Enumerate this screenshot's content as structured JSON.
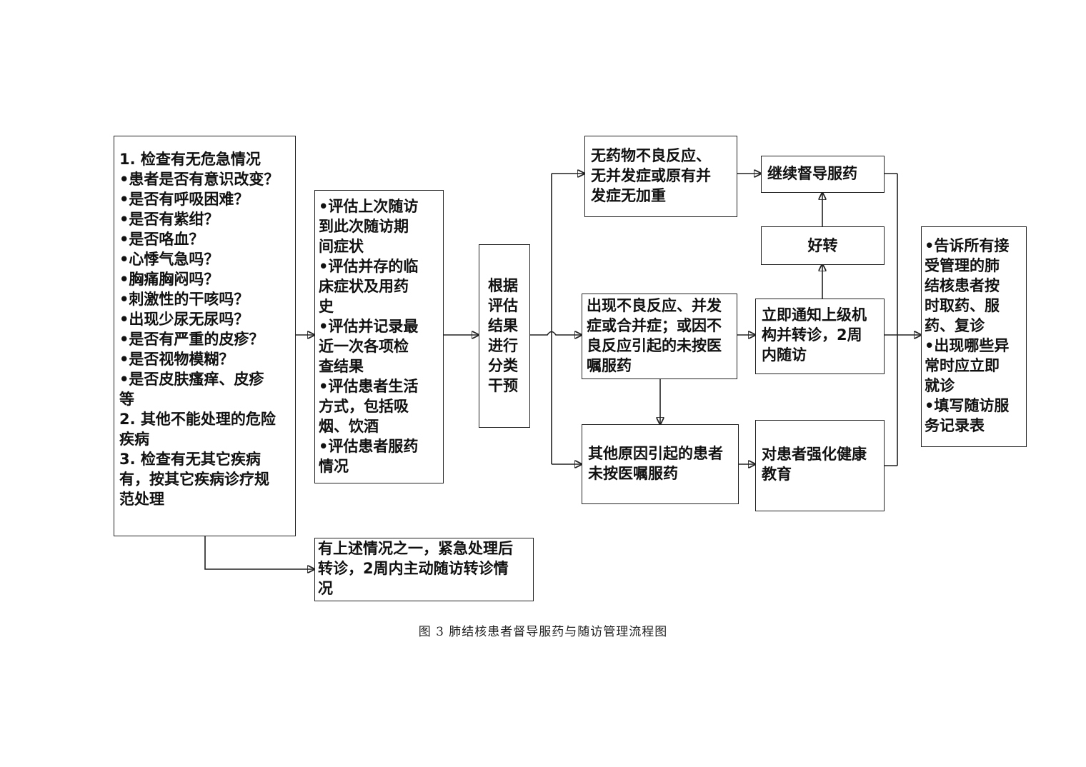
{
  "boxes": {
    "danger_check": {
      "lines": [
        "1. 检查有无危急情况",
        "•患者是否有意识改变？",
        "•是否有呼吸困难？",
        "•是否有紫绀？",
        "•是否咯血？",
        "•心悸气急吗？",
        "•胸痛胸闷吗？",
        "•刺激性的干咳吗？",
        "•出现少尿无尿吗？",
        "•是否有严重的皮疹？",
        "•是否视物模糊？",
        "•是否皮肤瘙痒、皮疹",
        "等",
        "2. 其他不能处理的危险",
        "疾病",
        "3. 检查有无其它疾病",
        "有，按其它疾病诊疗规",
        "范处理"
      ]
    },
    "urgent_referral": {
      "lines": [
        "有上述情况之一，紧急处理后",
        "转诊，2周内主动随访转诊情",
        "况"
      ]
    },
    "assessment": {
      "lines": [
        "•评估上次随访",
        "  到此次随访期",
        "  间症状",
        "•评估并存的临",
        "  床症状及用药",
        "  史",
        "•评估并记录最",
        "  近一次各项检",
        "  查结果",
        " •评估患者生活",
        "   方式，包括吸",
        "   烟、饮酒",
        " •评估患者服药",
        "   情况"
      ]
    },
    "classify": {
      "lines": [
        "根据",
        "评估",
        "结果",
        "进行",
        "分类",
        "干预"
      ]
    },
    "no_reaction": {
      "lines": [
        "无药物不良反应、",
        "无并发症或原有并",
        "发症无加重"
      ]
    },
    "adverse_reaction": {
      "lines": [
        "出现不良反应、并发",
        "症或合并症；或因不",
        "良反应引起的未按医",
        "嘱服药"
      ]
    },
    "other_reason": {
      "lines": [
        "其他原因引起的患者",
        "未按医嘱服药"
      ]
    },
    "continue_supervision": {
      "lines": [
        "继续督导服药"
      ]
    },
    "improved": {
      "lines": [
        "好转"
      ]
    },
    "notify_referral": {
      "lines": [
        "立即通知上级机",
        "构并转诊，2周",
        "内随访"
      ]
    },
    "health_education": {
      "lines": [
        "对患者强化健康",
        "教育"
      ]
    },
    "inform_all": {
      "lines": [
        "•告诉所有接",
        "  受管理的肺",
        "  结核患者按",
        "  时取药、服",
        "  药、复诊",
        "•出现哪些异",
        "  常时应立即",
        "  就诊",
        "•填写随访服",
        "  务记录表"
      ]
    }
  },
  "caption": "图 3 肺结核患者督导服药与随访管理流程图"
}
